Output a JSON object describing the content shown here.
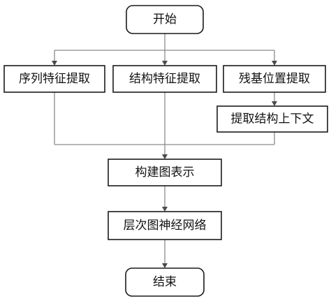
{
  "nodes": {
    "start": "开始",
    "seq_feature": "序列特征提取",
    "struct_feature": "结构特征提取",
    "residue_position": "残基位置提取",
    "struct_context": "提取结构上下文",
    "build_graph": "构建图表示",
    "gnn": "层次图神经网络",
    "end": "结束"
  }
}
